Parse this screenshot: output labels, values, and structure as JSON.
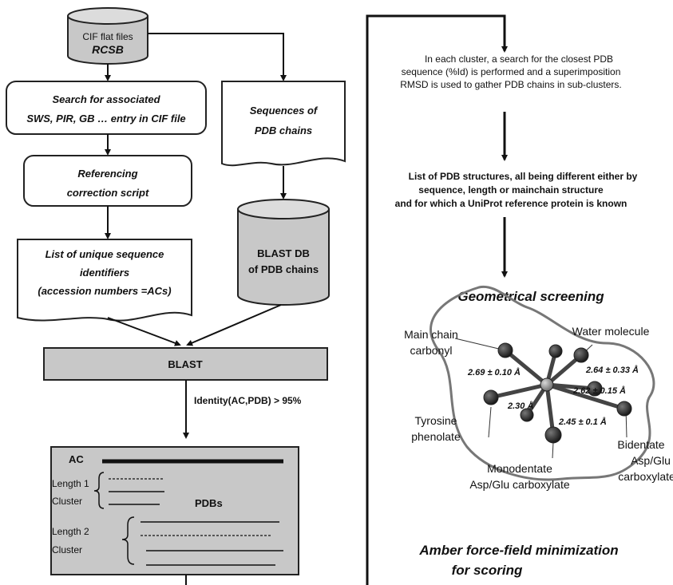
{
  "left_flow": {
    "cif_db": {
      "line1": "CIF flat files",
      "line2": "RCSB"
    },
    "search_box": {
      "line1": "Search for associated",
      "line2": "SWS, PIR, GB … entry in CIF file"
    },
    "sequences_doc": {
      "line1": "Sequences  of",
      "line2": "PDB chains"
    },
    "referencing_box": {
      "line1": "Referencing",
      "line2": "correction script"
    },
    "blast_db": {
      "line1": "BLAST DB",
      "line2": "of PDB chains"
    },
    "unique_list_doc": {
      "line1": "List of unique sequence",
      "line2": "identifiers",
      "line3": "(accession numbers =ACs)"
    },
    "blast_box": {
      "label": "BLAST"
    },
    "identity_label": "Identity(AC,PDB) > 95%",
    "cluster_panel": {
      "ac_label": "AC",
      "length1_label": "Length 1",
      "cluster1_label": "Cluster",
      "pdbs_label": "PDBs",
      "length2_label": "Length 2",
      "cluster2_label": "Cluster"
    }
  },
  "right_flow": {
    "cluster_text": {
      "line1": "In each cluster, a search for the closest PDB",
      "line2": "sequence (%Id) is performed and a superimposition",
      "line3": "RMSD is used to gather PDB chains in sub-clusters."
    },
    "structures_text": {
      "line1": "List of PDB structures, all being different either by",
      "line2": "sequence, length or mainchain structure",
      "line3": "and for which a UniProt reference protein is known"
    },
    "screening_title": "Geometrical screening",
    "molecule": {
      "main_chain_line1": "Main chain",
      "main_chain_line2": "carbonyl",
      "water_label": "Water molecule",
      "tyrosine_line1": "Tyrosine",
      "tyrosine_line2": "phenolate",
      "monodentate_line1": "Monodentate",
      "monodentate_line2": "Asp/Glu carboxylate",
      "bidentate_line1": "Bidentate",
      "bidentate_line2": "Asp/Glu",
      "bidentate_line3": "carboxylate",
      "dist1": "2.69 ± 0.10 Å",
      "dist2": "2.64 ± 0.33 Å",
      "dist3": "2.62 ± 0.15 Å",
      "dist4": "2.30 Å",
      "dist5": "2.45 ± 0.1 Å"
    },
    "amber_line1": "Amber force-field minimization",
    "amber_line2": "for scoring"
  },
  "colors": {
    "box_fill": "#c8c8c8",
    "line": "#111111",
    "atom": "#2a2a2a",
    "center_atom": "#9a9a9a"
  }
}
